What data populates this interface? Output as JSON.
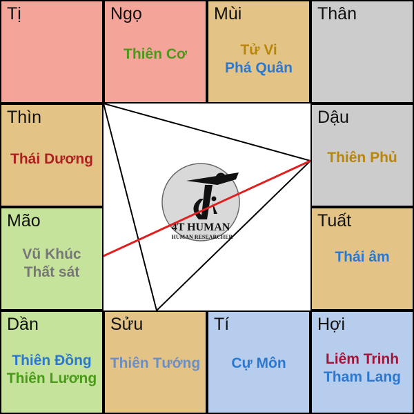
{
  "colors": {
    "pink": "#f5a49a",
    "tan": "#e3c486",
    "gray": "#cccccc",
    "green": "#c5e39b",
    "blue": "#b7cdee",
    "red_line": "#e02020",
    "green_text": "#4a9a1a",
    "gold_text": "#b8860b",
    "blue_text": "#2a78d0",
    "darkred_text": "#b02020",
    "gray_text": "#777777",
    "maroon_text": "#a01538"
  },
  "cells": [
    {
      "branch": "Tị",
      "stars": []
    },
    {
      "branch": "Ngọ",
      "stars": [
        "Thiên Cơ"
      ]
    },
    {
      "branch": "Mùi",
      "stars": [
        "Tử Vi",
        "Phá Quân"
      ]
    },
    {
      "branch": "Thân",
      "stars": []
    },
    {
      "branch": "Thìn",
      "stars": [
        "Thái Dương"
      ]
    },
    {
      "branch": "Dậu",
      "stars": [
        "Thiên Phủ"
      ]
    },
    {
      "branch": "Mão",
      "stars": [
        "Vũ Khúc",
        "Thất sát"
      ]
    },
    {
      "branch": "Tuất",
      "stars": [
        "Thái âm"
      ]
    },
    {
      "branch": "Dần",
      "stars": [
        "Thiên Đồng",
        "Thiên Lương"
      ]
    },
    {
      "branch": "Sửu",
      "stars": [
        "Thiên Tướng"
      ]
    },
    {
      "branch": "Tí",
      "stars": [
        "Cự Môn"
      ]
    },
    {
      "branch": "Hợi",
      "stars": [
        "Liêm Trinh",
        "Tham Lang"
      ]
    }
  ],
  "logo": {
    "brand": "4T HUMAN",
    "tagline": "HUMAN RESEARCHER"
  }
}
